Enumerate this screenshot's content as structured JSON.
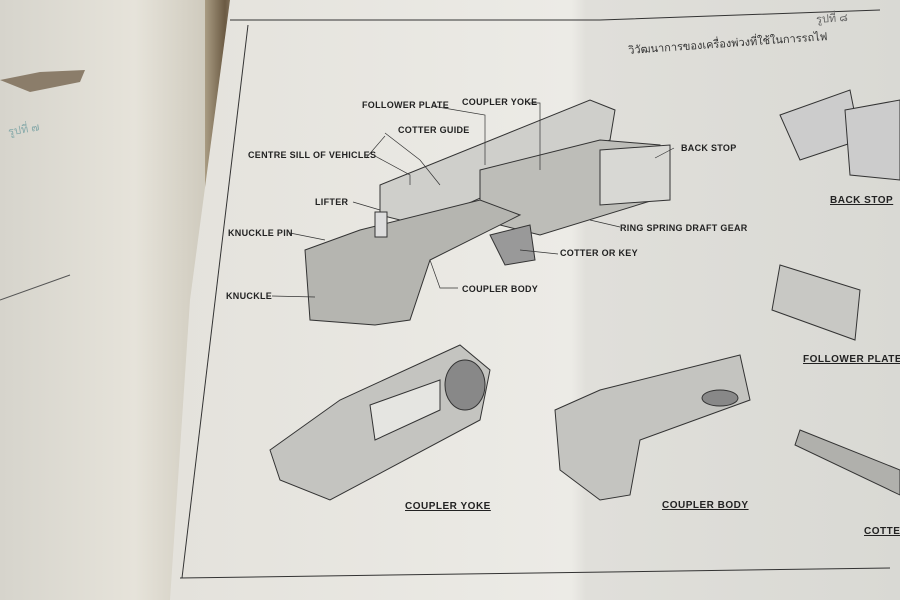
{
  "left_page": {
    "figure_label": "รูปที่ ๗"
  },
  "right_page": {
    "header": "วิวัฒนาการของเครื่องพ่วงที่ใช้ในการรถไฟ",
    "figure_label": "รูปที่ ๘",
    "assembly_labels": {
      "follower_plate": "FOLLOWER PLATE",
      "coupler_yoke": "COUPLER YOKE",
      "cotter_guide": "COTTER GUIDE",
      "centre_sill": "CENTRE SILL OF VEHICLES",
      "back_stop": "BACK STOP",
      "lifter": "LIFTER",
      "ring_spring": "RING SPRING DRAFT GEAR",
      "knuckle_pin": "KNUCKLE PIN",
      "cotter_or_key": "COTTER OR KEY",
      "coupler_body": "COUPLER BODY",
      "knuckle": "KNUCKLE"
    },
    "captions": {
      "back_stop": "BACK STOP",
      "follower_plate": "FOLLOWER PLATE",
      "coupler_yoke": "COUPLER YOKE",
      "coupler_body": "COUPLER BODY",
      "cotter": "COTTE"
    }
  }
}
